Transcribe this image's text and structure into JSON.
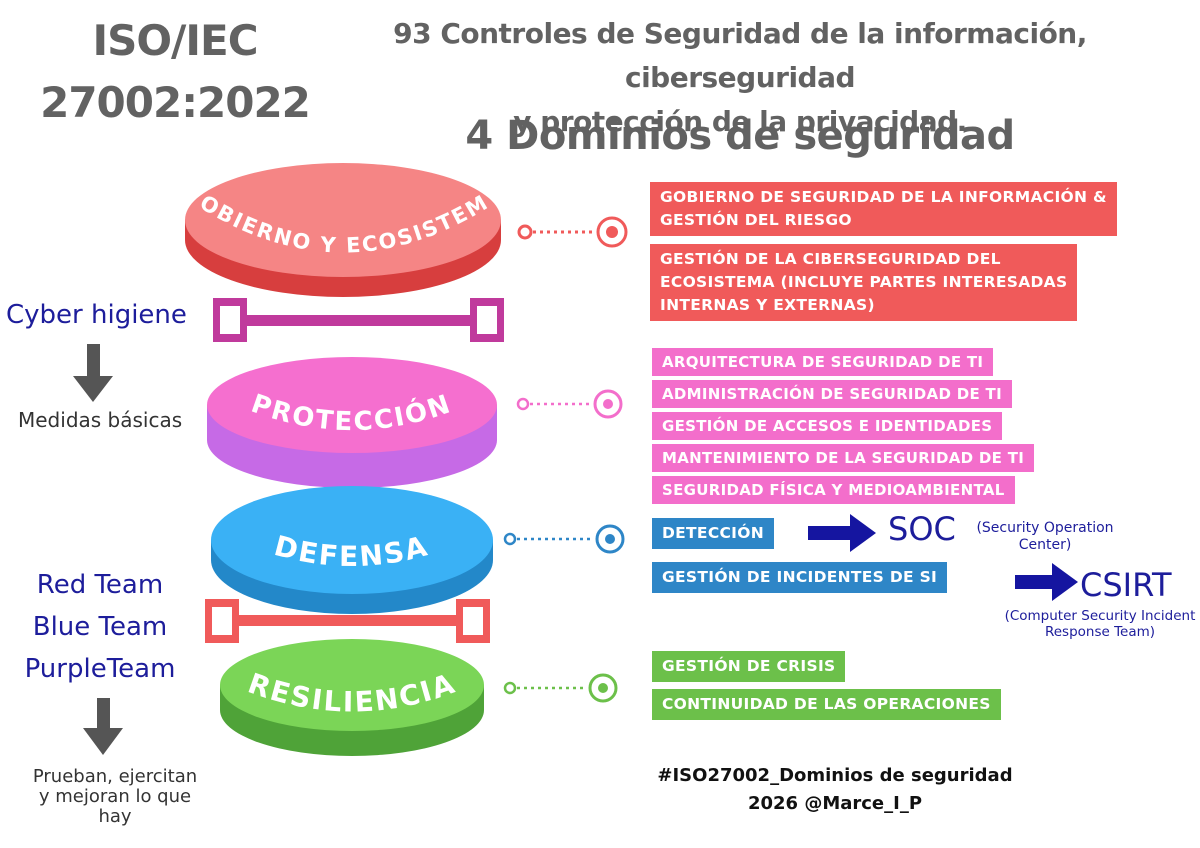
{
  "header": {
    "iso_line1": "ISO/IEC",
    "iso_line2": "27002:2022",
    "title_line1": "93 Controles de Seguridad de la información, ciberseguridad",
    "title_line2": "y protección de la privacidad.",
    "subtitle": "4 Dominios de seguridad"
  },
  "domains": {
    "gobierno": {
      "label": "GOBIERNO Y ECOSISTEMA",
      "color": "#f35b5b"
    },
    "proteccion": {
      "label": "PROTECCIÓN",
      "color": "#f36ecb"
    },
    "defensa": {
      "label": "DEFENSA",
      "color": "#3aaef0"
    },
    "resiliencia": {
      "label": "RESILIENCIA",
      "color": "#6cc04a"
    }
  },
  "left": {
    "cyber": "Cyber higiene",
    "basic": "Medidas básicas",
    "team_red": "Red Team",
    "team_blue": "Blue Team",
    "team_purple": "PurpleTeam",
    "tests_line1": "Prueban, ejercitan",
    "tests_line2": "y mejoran lo que",
    "tests_line3": "hay"
  },
  "gobierno_items": {
    "item1_line1": "GOBIERNO DE SEGURIDAD DE LA INFORMACIÓN &",
    "item1_line2": "GESTIÓN DEL RIESGO",
    "item2_line1": "GESTIÓN DE LA CIBERSEGURIDAD DEL",
    "item2_line2": "ECOSISTEMA (INCLUYE PARTES INTERESADAS",
    "item2_line3": "INTERNAS Y EXTERNAS)"
  },
  "proteccion_items": [
    "ARQUITECTURA DE SEGURIDAD DE TI",
    "ADMINISTRACIÓN DE SEGURIDAD DE TI",
    "GESTIÓN DE ACCESOS E IDENTIDADES",
    "MANTENIMIENTO DE LA SEGURIDAD DE TI",
    "SEGURIDAD FÍSICA Y MEDIOAMBIENTAL"
  ],
  "defensa_items": {
    "deteccion": "DETECCIÓN",
    "soc": "SOC",
    "soc_desc_line1": "(Security Operation",
    "soc_desc_line2": "Center)",
    "incidentes": "GESTIÓN DE INCIDENTES DE SI",
    "csirt": "CSIRT",
    "csirt_desc_line1": "(Computer Security Incident",
    "csirt_desc_line2": "Response Team)"
  },
  "resiliencia_items": [
    "GESTIÓN DE CRISIS",
    "CONTINUIDAD DE LAS OPERACIONES"
  ],
  "footer": {
    "hashtag": "#ISO27002_Dominios de seguridad",
    "credit": "2026   @Marce_I_P"
  }
}
